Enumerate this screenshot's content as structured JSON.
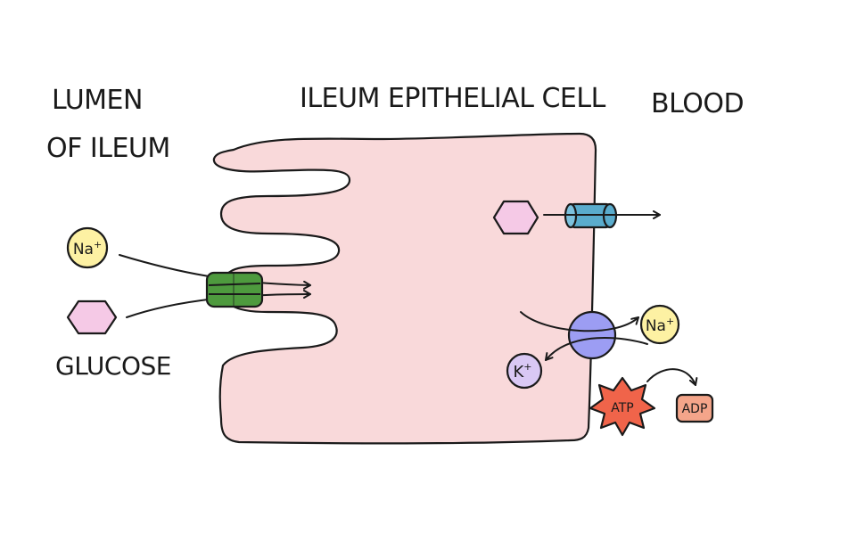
{
  "labels": {
    "lumen_line1": "LUMEN",
    "lumen_line2": "OF ILEUM",
    "cell": "ILEUM EPITHELIAL CELL",
    "blood": "BLOOD",
    "glucose": "GLUCOSE"
  },
  "ions": {
    "sodium_base": "Na",
    "sodium_charge": "+",
    "potassium_base": "K",
    "potassium_charge": "+"
  },
  "energy": {
    "atp": "ATP",
    "adp": "ADP"
  },
  "colors": {
    "cell_fill": "#f9d9da",
    "sodium_fill": "#fdf1a3",
    "glucose_fill": "#f5c9e6",
    "potassium_fill": "#d9c8f4",
    "cotransporter_fill": "#4e9a3e",
    "glucose_channel_fill": "#5aaccd",
    "pump_fill": "#9c9df3",
    "atp_fill": "#f0644a",
    "adp_fill": "#f4a58a"
  }
}
